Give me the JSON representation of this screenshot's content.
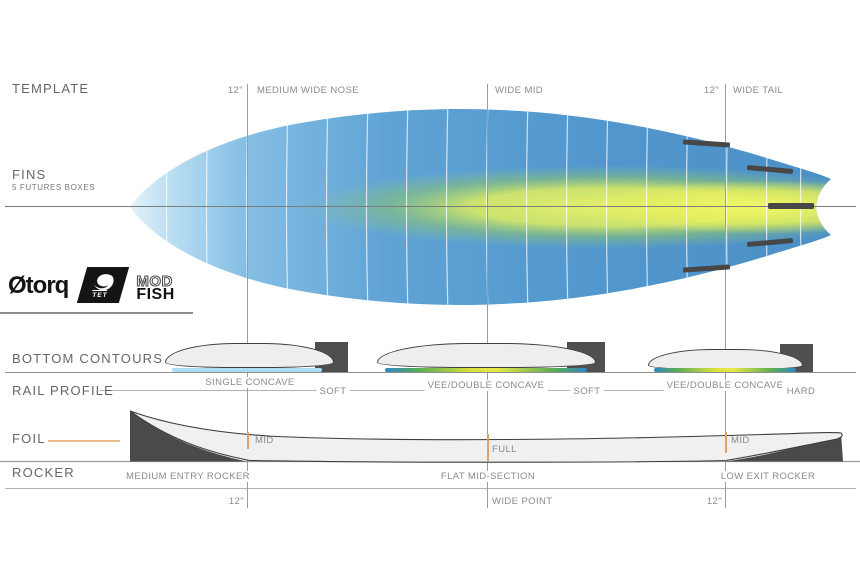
{
  "template": {
    "heading": "TEMPLATE",
    "nose_offset": "12\"",
    "nose_label": "MEDIUM WIDE NOSE",
    "mid_label": "WIDE MID",
    "tail_offset": "12\"",
    "tail_label": "WIDE TAIL"
  },
  "fins": {
    "heading": "FINS",
    "detail": "5 FUTURES BOXES"
  },
  "brand": {
    "logo_mark": "Ø",
    "logo_text": "torq",
    "badge_text": "TET",
    "model_top": "MOD",
    "model_bottom": "FISH"
  },
  "bottom_contours": {
    "heading": "BOTTOM  CONTOURS",
    "sections": [
      {
        "label": "SINGLE CONCAVE"
      },
      {
        "label": "VEE/DOUBLE CONCAVE"
      },
      {
        "label": "VEE/DOUBLE CONCAVE"
      }
    ]
  },
  "rail_profile": {
    "heading": "RAIL PROFILE",
    "rails": [
      "SOFT",
      "SOFT",
      "HARD"
    ]
  },
  "foil": {
    "heading": "FOIL",
    "markers": [
      "MID",
      "FULL",
      "MID"
    ]
  },
  "rocker": {
    "heading": "ROCKER",
    "labels": [
      "MEDIUM ENTRY ROCKER",
      "FLAT MID-SECTION",
      "LOW EXIT ROCKER"
    ]
  },
  "measurements": {
    "nose_offset": "12\"",
    "wide_point": "WIDE POINT",
    "tail_offset": "12\""
  },
  "colors": {
    "board_blue": "#4a8fc6",
    "board_nose_blue": "#cfe9f7",
    "board_core_yellow": "#eaf263",
    "accent_orange": "#dfa266",
    "hardware_gray": "#4a4a4a"
  }
}
